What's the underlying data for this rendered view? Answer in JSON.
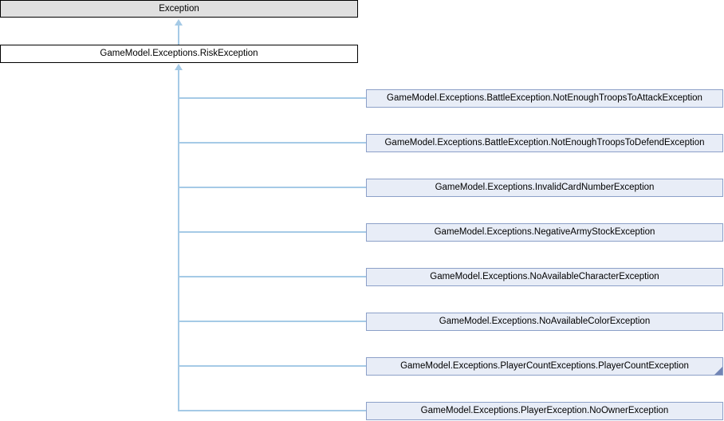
{
  "diagram": {
    "type": "class-inheritance-graph",
    "root": {
      "label": "Exception"
    },
    "current": {
      "label": "GameModel.Exceptions.RiskException"
    },
    "children": [
      {
        "label": "GameModel.Exceptions.BattleException.NotEnoughTroopsToAttackException"
      },
      {
        "label": "GameModel.Exceptions.BattleException.NotEnoughTroopsToDefendException"
      },
      {
        "label": "GameModel.Exceptions.InvalidCardNumberException"
      },
      {
        "label": "GameModel.Exceptions.NegativeArmyStockException"
      },
      {
        "label": "GameModel.Exceptions.NoAvailableCharacterException"
      },
      {
        "label": "GameModel.Exceptions.NoAvailableColorException"
      },
      {
        "label": "GameModel.Exceptions.PlayerCountExceptions.PlayerCountException",
        "expand_marker": "has-subclasses"
      },
      {
        "label": "GameModel.Exceptions.PlayerException.NoOwnerException"
      }
    ],
    "colors": {
      "root_fill": "#e0e0e0",
      "root_border": "#000000",
      "current_fill": "#ffffff",
      "current_border": "#000000",
      "child_fill": "#e8edf7",
      "child_border": "#8ca0c8",
      "connector": "#a5cae6",
      "corner_marker": "#7285b5",
      "text": "#000000",
      "background": "#ffffff"
    }
  }
}
